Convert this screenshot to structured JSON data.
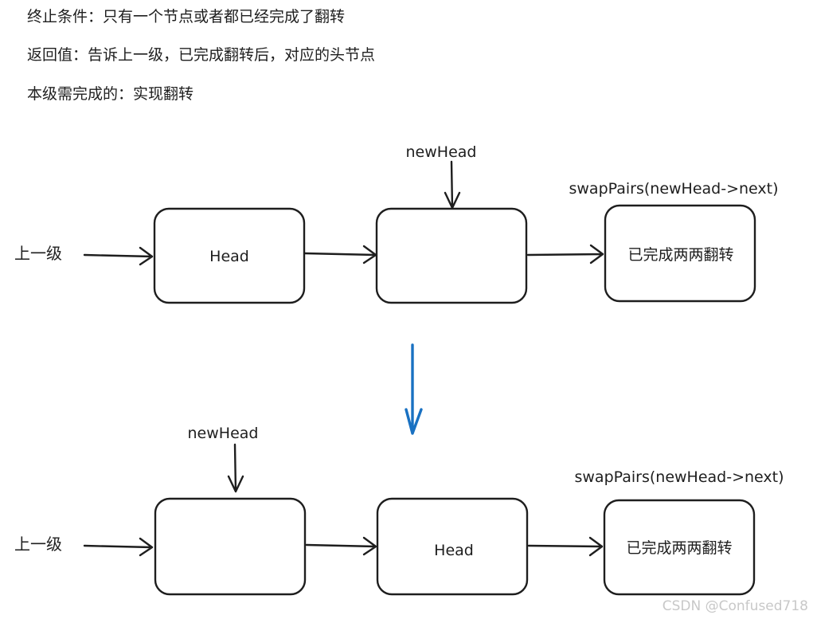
{
  "notes": {
    "termination": "终止条件：只有一个节点或者都已经完成了翻转",
    "return_value": "返回值：告诉上一级，已完成翻转后，对应的头节点",
    "this_level": "本级需完成的：实现翻转"
  },
  "before": {
    "prev_label": "上一级",
    "new_head_label": "newHead",
    "call_label": "swapPairs(newHead->next)",
    "node1_label": "Head",
    "node2_label": "",
    "node3_label": "已完成两两翻转"
  },
  "after": {
    "prev_label": "上一级",
    "new_head_label": "newHead",
    "call_label": "swapPairs(newHead->next)",
    "node1_label": "",
    "node2_label": "Head",
    "node3_label": "已完成两两翻转"
  },
  "watermark": "CSDN @Confused718",
  "colors": {
    "stroke": "#1e1e1e",
    "transition_arrow": "#1971c2",
    "watermark": "#c8c8c8"
  }
}
